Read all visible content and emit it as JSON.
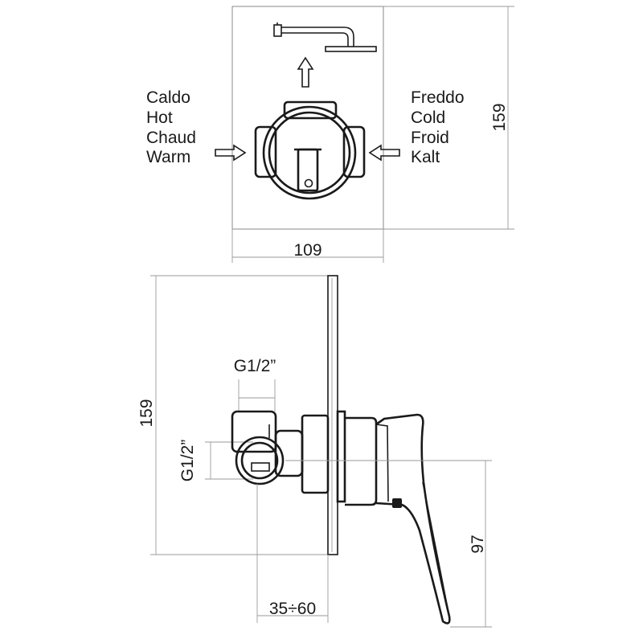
{
  "top_view": {
    "hot_labels": [
      "Caldo",
      "Hot",
      "Chaud",
      "Warm"
    ],
    "cold_labels": [
      "Freddo",
      "Cold",
      "Froid",
      "Kalt"
    ],
    "width_dim": "109",
    "height_dim": "159"
  },
  "side_view": {
    "height_dim": "159",
    "top_thread": "G1/2”",
    "side_thread": "G1/2”",
    "depth_dim": "35÷60",
    "lever_dim": "97"
  }
}
